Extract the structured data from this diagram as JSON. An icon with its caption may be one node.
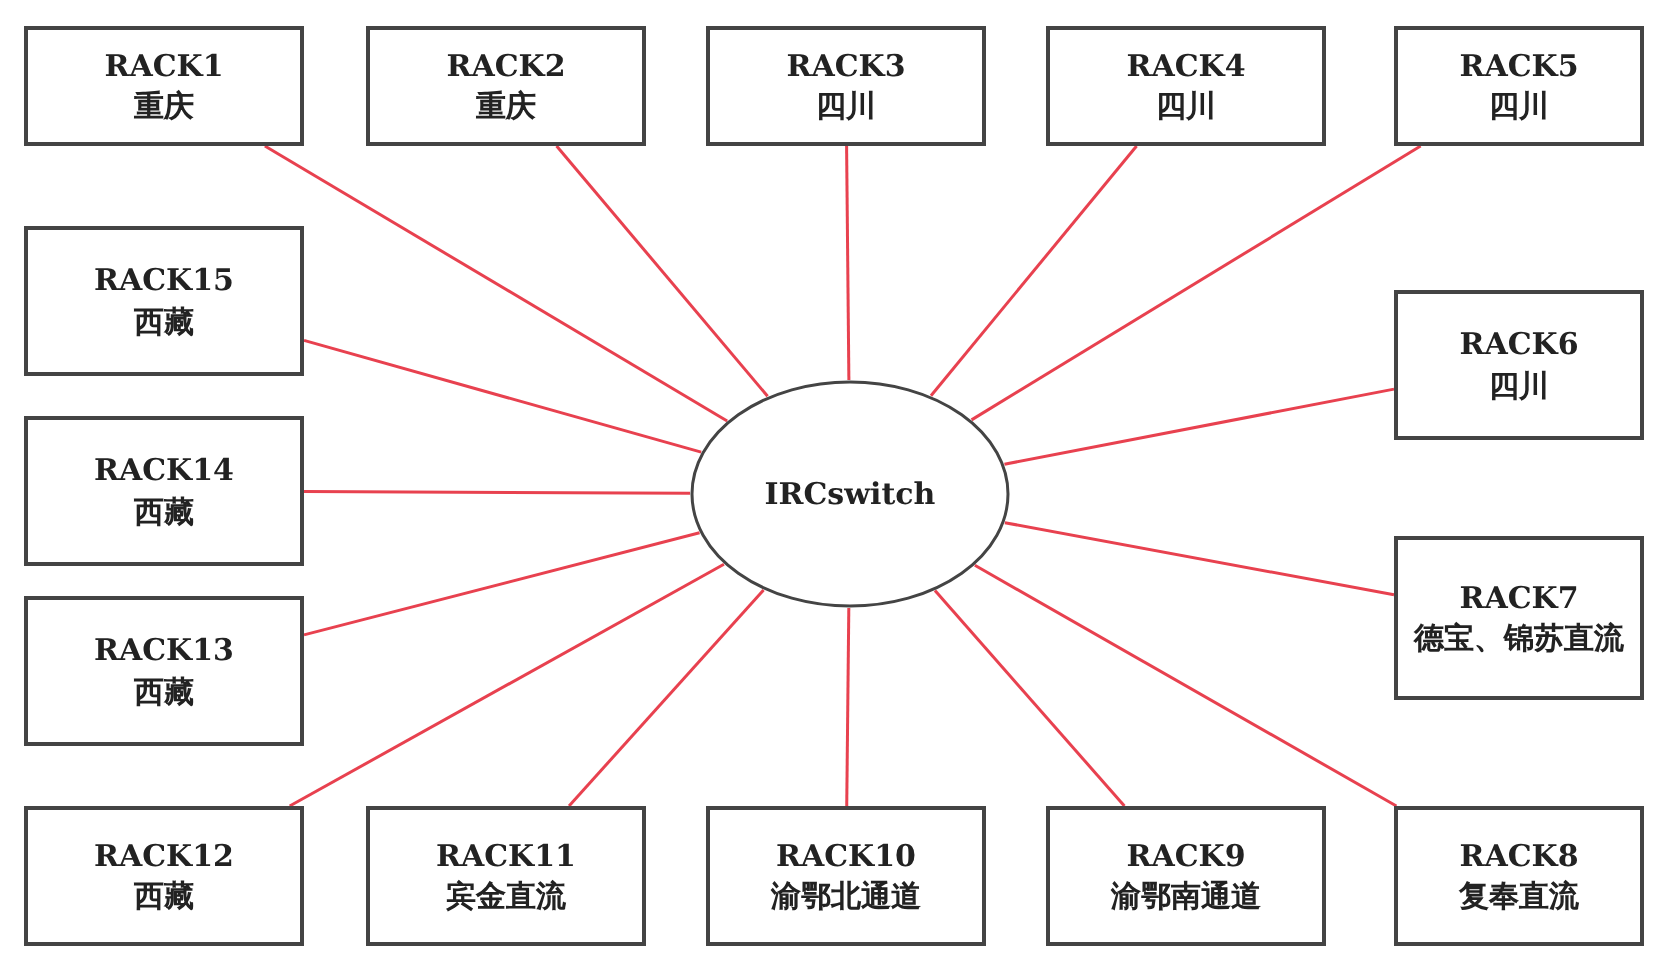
{
  "diagram": {
    "nodes": [
      {
        "text": [
          "RACK1",
          "重庆"
        ]
      },
      {
        "text": [
          "RACK2",
          "重庆"
        ]
      },
      {
        "text": [
          "RACK3",
          "四川"
        ]
      },
      {
        "text": [
          "RACK4",
          "四川"
        ]
      },
      {
        "text": [
          "RACK5",
          "四川"
        ]
      },
      {
        "text": [
          "RACK15",
          "西藏"
        ]
      },
      {
        "text": [
          "RACK6",
          "四川"
        ]
      },
      {
        "text": [
          "RACK14",
          "西藏"
        ]
      },
      {
        "text": [
          "IRCswitch"
        ]
      },
      {
        "text": [
          "RACK7",
          "德宝、锦苏直流"
        ]
      },
      {
        "text": [
          "RACK13",
          "西藏"
        ]
      },
      {
        "text": [
          "RACK12",
          "西藏"
        ]
      },
      {
        "text": [
          "RACK11",
          "宾金直流"
        ]
      },
      {
        "text": [
          "RACK10",
          "渝鄂北通道"
        ]
      },
      {
        "text": [
          "RACK9",
          "渝鄂南通道"
        ]
      },
      {
        "text": [
          "RACK8",
          "复奉直流"
        ]
      }
    ],
    "edges": [
      {
        "from": 8,
        "to": 0,
        "arrow": "none",
        "color": "#e8414f"
      },
      {
        "from": 8,
        "to": 1,
        "arrow": "none",
        "color": "#e8414f"
      },
      {
        "from": 8,
        "to": 2,
        "arrow": "none",
        "color": "#e8414f"
      },
      {
        "from": 8,
        "to": 3,
        "arrow": "none",
        "color": "#e8414f"
      },
      {
        "from": 8,
        "to": 4,
        "arrow": "none",
        "color": "#e8414f"
      },
      {
        "from": 8,
        "to": 6,
        "arrow": "none",
        "color": "#e8414f"
      },
      {
        "from": 8,
        "to": 9,
        "arrow": "none",
        "color": "#e8414f"
      },
      {
        "from": 8,
        "to": 15,
        "arrow": "none",
        "color": "#e8414f"
      },
      {
        "from": 8,
        "to": 14,
        "arrow": "none",
        "color": "#e8414f"
      },
      {
        "from": 8,
        "to": 13,
        "arrow": "none",
        "color": "#e8414f"
      },
      {
        "from": 8,
        "to": 12,
        "arrow": "none",
        "color": "#e8414f"
      },
      {
        "from": 8,
        "to": 11,
        "arrow": "none",
        "color": "#e8414f"
      },
      {
        "from": 8,
        "to": 10,
        "arrow": "none",
        "color": "#e8414f"
      },
      {
        "from": 8,
        "to": 7,
        "arrow": "none",
        "color": "#e8414f"
      },
      {
        "from": 8,
        "to": 5,
        "arrow": "none",
        "color": "#e8414f"
      }
    ]
  }
}
